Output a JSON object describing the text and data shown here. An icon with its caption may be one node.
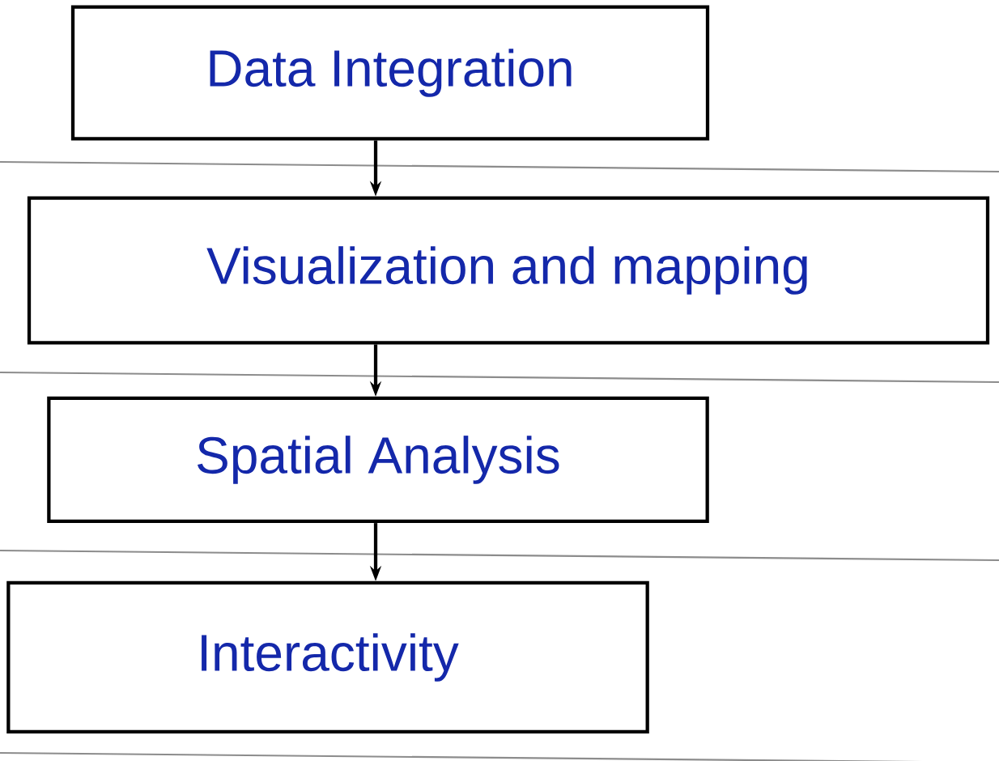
{
  "diagram": {
    "nodes": [
      {
        "text": [
          "Data Integration"
        ]
      },
      {
        "text": [
          "Visualization and mapping"
        ]
      },
      {
        "text": [
          "Spatial Analysis"
        ]
      },
      {
        "text": [
          "Interactivity"
        ]
      }
    ],
    "edges": [
      {
        "from": 0,
        "to": 1,
        "arrow": "to"
      },
      {
        "from": 1,
        "to": 2,
        "arrow": "to"
      },
      {
        "from": 2,
        "to": 3,
        "arrow": "to"
      }
    ]
  }
}
